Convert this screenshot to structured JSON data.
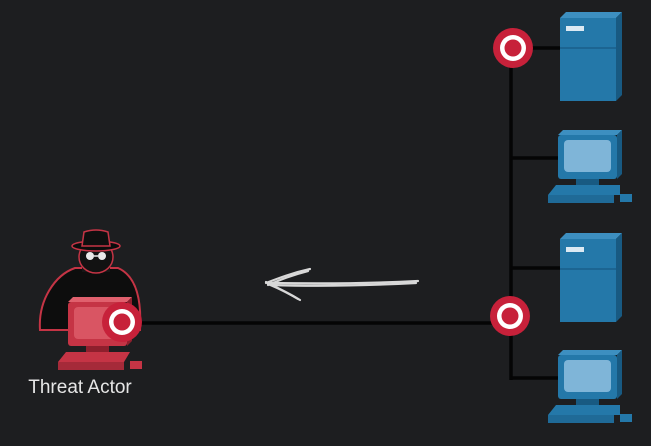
{
  "diagram": {
    "threat_actor_label": "Threat Actor",
    "colors": {
      "background": "#1d1e20",
      "wire": "#050505",
      "threat": "#c53445",
      "threat_dark": "#8e1f2d",
      "device": "#2478a9",
      "device_dark": "#185a82",
      "screen": "#7fb5d8",
      "arrow": "#d8d8d8"
    },
    "nodes": [
      {
        "name": "threat-actor",
        "icon": "hooded-hacker-icon"
      },
      {
        "name": "attacker-computer",
        "icon": "desktop-computer-icon"
      },
      {
        "name": "server-1",
        "icon": "server-icon"
      },
      {
        "name": "workstation-1",
        "icon": "desktop-computer-icon"
      },
      {
        "name": "server-2",
        "icon": "server-icon"
      },
      {
        "name": "workstation-2",
        "icon": "desktop-computer-icon"
      }
    ],
    "targets": [
      "target-icon",
      "target-icon",
      "target-icon"
    ],
    "flow_direction": "right-to-left"
  }
}
